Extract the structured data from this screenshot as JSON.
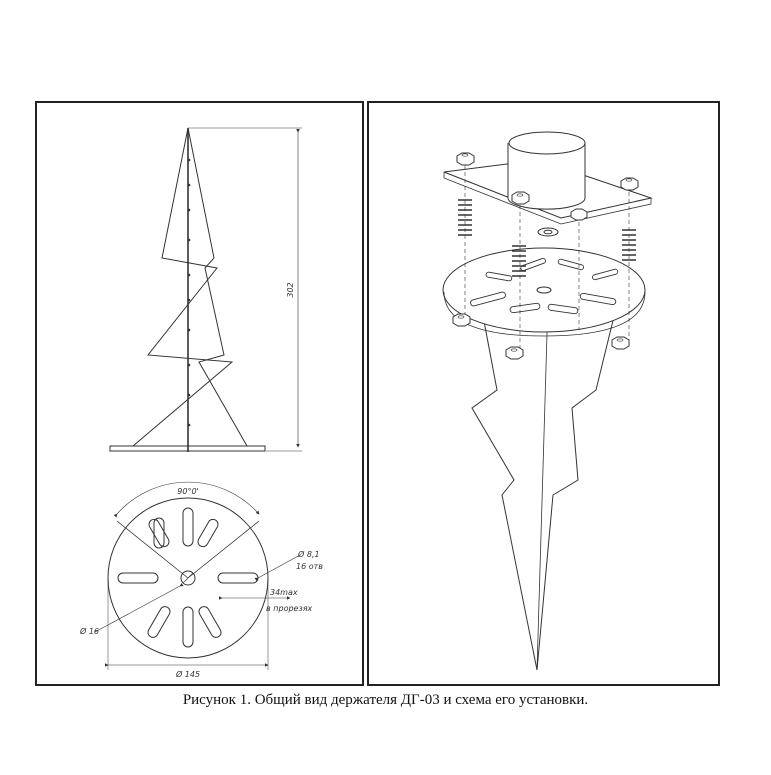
{
  "caption": "Рисунок 1. Общий вид держателя ДГ-03 и схема его установки.",
  "dimensions": {
    "height": "302",
    "angle": "90°0'",
    "hole_diameter": "Ø 8,1",
    "hole_count": "16 отв",
    "slot_length": "34max",
    "slot_note": "в прорезях",
    "center_hole": "Ø 16",
    "disc_diameter": "Ø 145"
  },
  "colors": {
    "line": "#333333",
    "frame": "#222222"
  }
}
